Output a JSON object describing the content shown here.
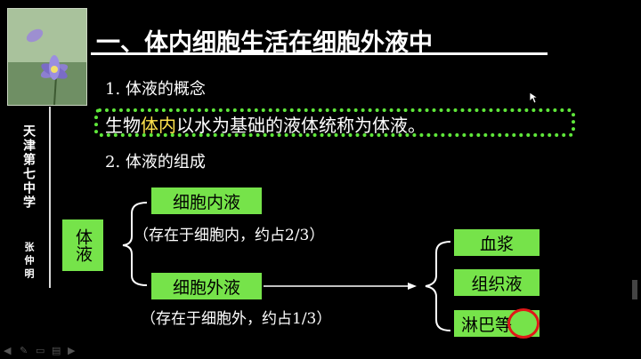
{
  "title": "一、体内细胞生活在细胞外液中",
  "sidebar": {
    "school": "天津第七中学",
    "author": "张仲明"
  },
  "section1": {
    "heading": "1. 体液的概念",
    "definition_pre": "生物",
    "definition_highlight": "体内",
    "definition_post": "以水为基础的液体统称为体液。"
  },
  "section2": {
    "heading": "2. 体液的组成"
  },
  "diagram": {
    "root": "体液",
    "intracellular": "细胞内液",
    "intracellular_note": "（存在于细胞内，约占2/3）",
    "extracellular": "细胞外液",
    "extracellular_note": "（存在于细胞外，约占1/3）",
    "components": [
      "血浆",
      "组织液",
      "淋巴等"
    ]
  },
  "colors": {
    "box_green": "#76e34a",
    "highlight_yellow": "#ffe34d",
    "dotted_border": "#5fe83a",
    "circle_red": "#e01818"
  },
  "icons": [
    "flower-image",
    "mouse-cursor-icon",
    "slide-prev-icon",
    "pen-icon",
    "eraser-icon",
    "menu-icon",
    "slide-next-icon"
  ]
}
